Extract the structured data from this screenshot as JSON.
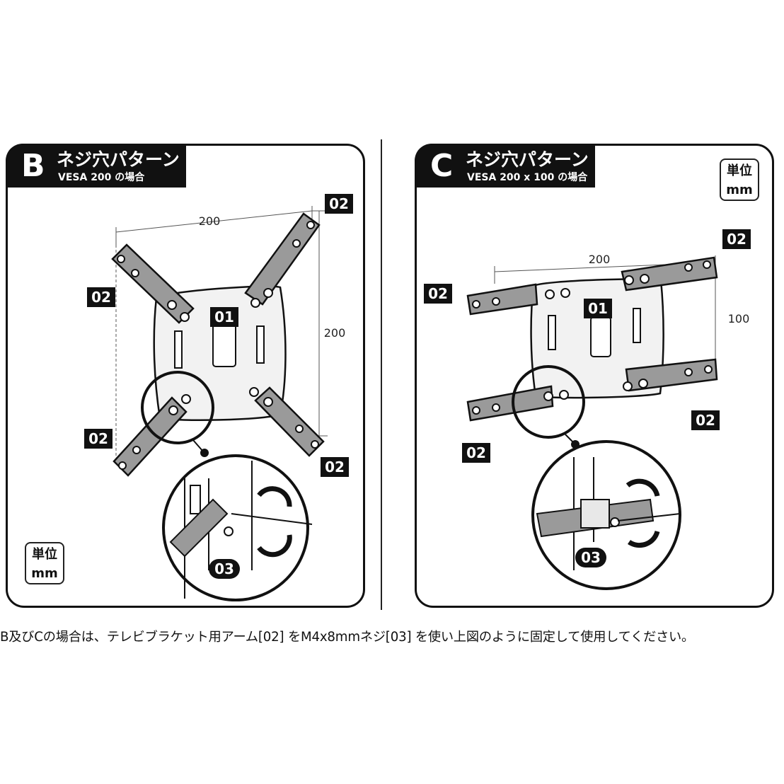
{
  "panels": [
    {
      "letter": "B",
      "title": "ネジ穴パターン",
      "subtitle": "VESA 200 の場合",
      "dims": {
        "width": "200",
        "height": "200"
      },
      "labels": {
        "bracket": "01",
        "arm": "02",
        "screw": "03"
      },
      "unit": {
        "line1": "単位",
        "line2": "mm"
      }
    },
    {
      "letter": "C",
      "title": "ネジ穴パターン",
      "subtitle": "VESA 200 x 100 の場合",
      "dims": {
        "width": "200",
        "height": "100"
      },
      "labels": {
        "bracket": "01",
        "arm": "02",
        "screw": "03"
      },
      "unit": {
        "line1": "単位",
        "line2": "mm"
      }
    }
  ],
  "caption": "B及びCの場合は、テレビブラケット用アーム[02] をM4x8mmネジ[03] を使い上図のように固定して使用してください。",
  "colors": {
    "ink": "#111111",
    "arm_fill": "#9a9a9a",
    "plate_fill": "#f2f2f2"
  }
}
